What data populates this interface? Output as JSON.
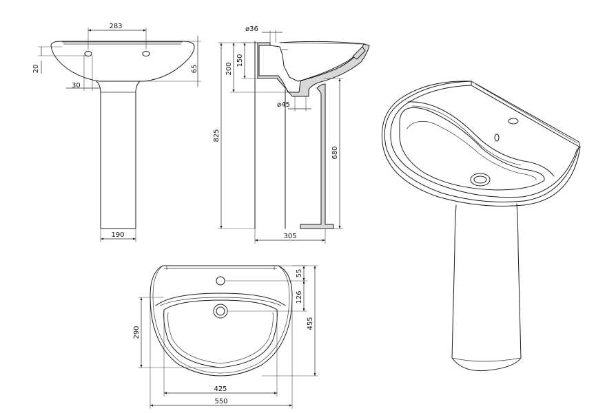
{
  "dimensions": {
    "tap_spacing": "283",
    "rim_offset": "20",
    "slot_width": "30",
    "bowl_depth": "65",
    "pedestal_width": "190",
    "tap_hole_diameter": "ø36",
    "waste_diameter": "ø45",
    "rim_to_waste": "150",
    "rim_to_trap": "200",
    "total_height": "825",
    "pedestal_height": "680",
    "wall_projection": "305",
    "tap_hole_offset": "55",
    "waste_offset": "126",
    "bowl_length": "290",
    "total_depth": "455",
    "bowl_width": "425",
    "total_width": "550"
  },
  "views": {
    "front": "front-elevation",
    "side": "side-section",
    "plan": "plan-view",
    "perspective": "perspective-view"
  }
}
